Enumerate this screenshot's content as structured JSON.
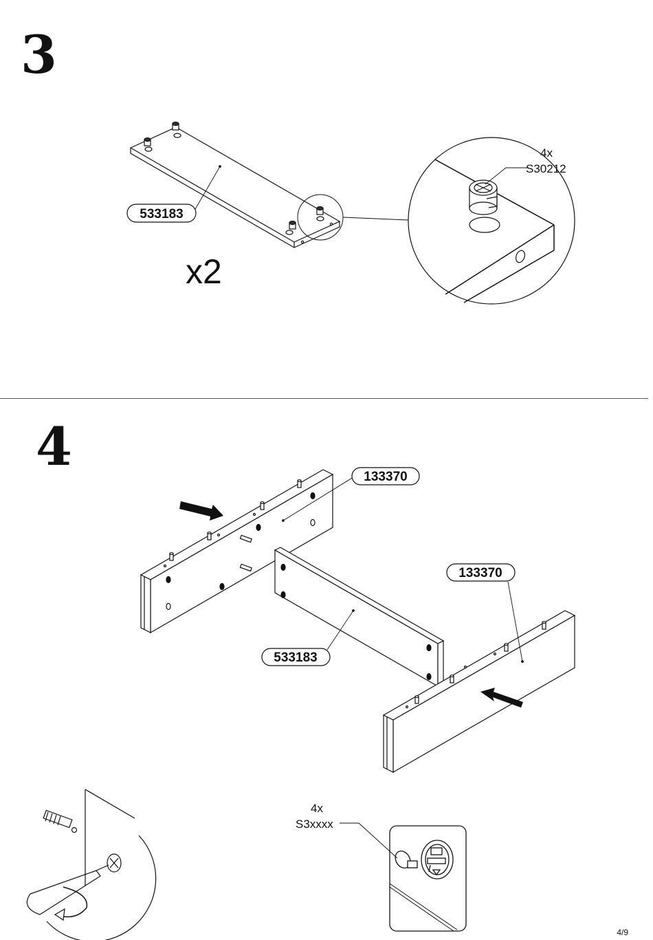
{
  "steps": [
    {
      "number": "3",
      "parts": [
        {
          "code": "533183"
        }
      ],
      "multiplier": "x2",
      "hardware": {
        "qty": "4x",
        "code": "S30212"
      }
    },
    {
      "number": "4",
      "parts": [
        {
          "code": "133370"
        },
        {
          "code": "533183"
        },
        {
          "code": "133370"
        }
      ],
      "hardware": {
        "qty": "4x",
        "code": "S3xxxx"
      }
    }
  ],
  "footer": {
    "page": "4/9"
  },
  "colors": {
    "line": "#111111",
    "divider": "#555555"
  }
}
